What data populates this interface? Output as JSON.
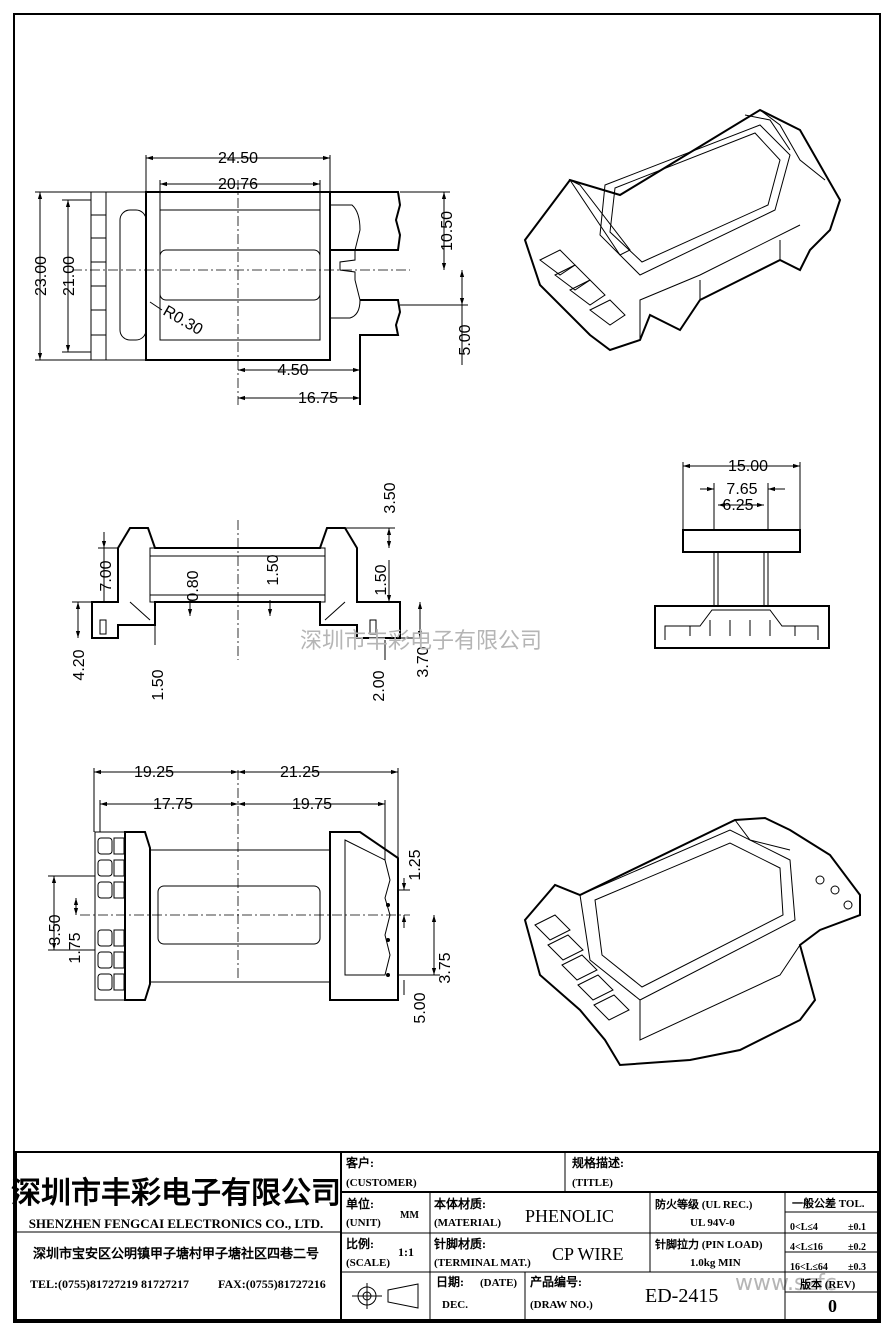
{
  "drawing": {
    "top_view_dims": {
      "width_outer": "24.50",
      "width_inner": "20.76",
      "height_outer": "23.00",
      "height_inner": "21.00",
      "right_upper": "10.50",
      "right_lower": "5.00",
      "radius": "R0.30",
      "bottom_short": "4.50",
      "bottom_long": "16.75"
    },
    "front_view_dims": {
      "top_right": "3.50",
      "left_height": "7.00",
      "inner_080": "0.80",
      "inner_150": "1.50",
      "right_150": "1.50",
      "left_420": "4.20",
      "bottom_left_150": "1.50",
      "bottom_200": "2.00",
      "right_370": "3.70"
    },
    "side_view_dims": {
      "overall": "15.00",
      "mid": "7.65",
      "inner": "6.25"
    },
    "bottom_view_dims": {
      "left_outer": "19.25",
      "right_outer": "21.25",
      "left_inner": "17.75",
      "right_inner": "19.75",
      "right_125": "1.25",
      "left_350": "3.50",
      "left_175": "1.75",
      "right_375": "3.75",
      "right_500": "5.00"
    },
    "watermark": "深圳市丰彩电子有限公司",
    "watermark_url": "www.szfc"
  },
  "title_block": {
    "company_cn": "深圳市丰彩电子有限公司",
    "company_en": "SHENZHEN FENGCAI ELECTRONICS CO., LTD.",
    "address": "深圳市宝安区公明镇甲子塘村甲子塘社区四巷二号",
    "tel": "TEL:(0755)81727219  81727217",
    "fax": "FAX:(0755)81727216",
    "customer_label_cn": "客户:",
    "customer_label_en": "(CUSTOMER)",
    "title_label_cn": "规格描述:",
    "title_label_en": "(TITLE)",
    "unit_label_cn": "单位:",
    "unit_label_en": "(UNIT)",
    "unit_value": "MM",
    "material_label_cn": "本体材质:",
    "material_label_en": "(MATERIAL)",
    "material_value": "PHENOLIC",
    "fire_label": "防火等级 (UL REC.)",
    "fire_value": "UL 94V-0",
    "tol_label": "一般公差 TOL.",
    "tol_rows": [
      {
        "range": "0<L≤4",
        "value": "±0.1"
      },
      {
        "range": "4<L≤16",
        "value": "±0.2"
      },
      {
        "range": "16<L≤64",
        "value": "±0.3"
      }
    ],
    "scale_label_cn": "比例:",
    "scale_label_en": "(SCALE)",
    "scale_value": "1:1",
    "terminal_label_cn": "针脚材质:",
    "terminal_label_en": "(TERMINAL MAT.)",
    "terminal_value": "CP WIRE",
    "pin_load_label": "针脚拉力 (PIN LOAD)",
    "pin_load_value": "1.0kg MIN",
    "date_label_cn": "日期:",
    "date_label_en": "(DATE)",
    "date_value": "DEC.",
    "drawno_label_cn": "产品编号:",
    "drawno_label_en": "(DRAW NO.)",
    "drawno_value": "ED-2415",
    "rev_label": "版本 (REV)",
    "rev_value": "0"
  }
}
